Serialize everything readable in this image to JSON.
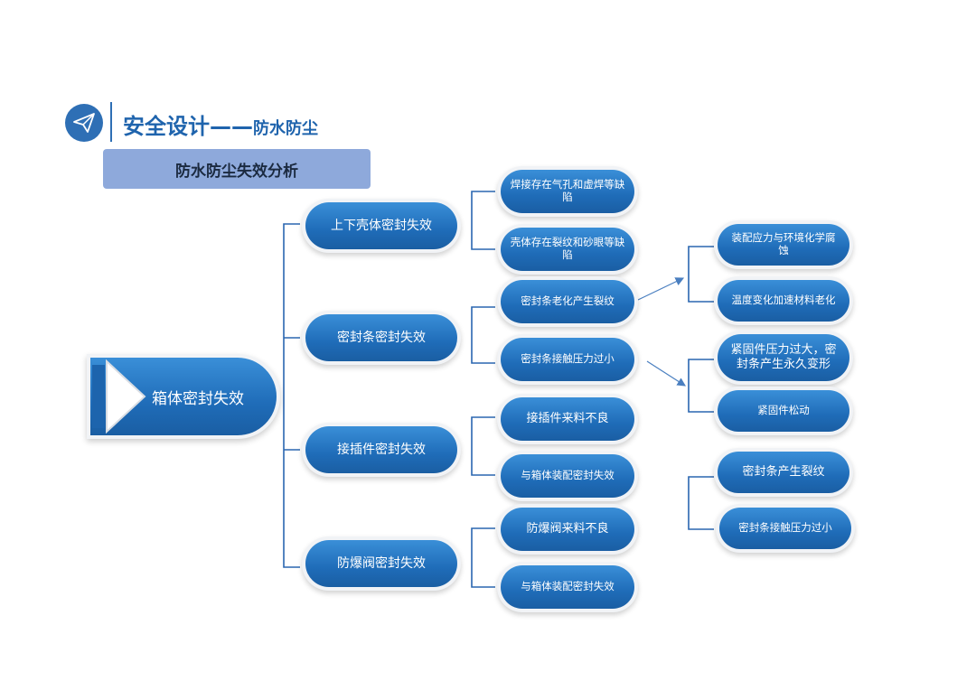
{
  "header": {
    "title_main": "安全设计——",
    "title_sub": "防水防尘",
    "logo_icon": "paper-plane-icon",
    "section_banner": "防水防尘失效分析"
  },
  "colors": {
    "primary": "#1f6cb8",
    "banner": "#8ea9db",
    "connector": "#2a66b0"
  },
  "diagram": {
    "root": "箱体密封失效",
    "branches": [
      {
        "label": "上下壳体密封失效",
        "children": [
          "焊接存在气孔和虚焊等缺陷",
          "壳体存在裂纹和砂眼等缺陷"
        ]
      },
      {
        "label": "密封条密封失效",
        "children": [
          "密封条老化产生裂纹",
          "密封条接触压力过小"
        ]
      },
      {
        "label": "接插件密封失效",
        "children": [
          "接插件来料不良",
          "与箱体装配密封失效"
        ]
      },
      {
        "label": "防爆阀密封失效",
        "children": [
          "防爆阀来料不良",
          "与箱体装配密封失效"
        ]
      }
    ],
    "causes": {
      "aging": [
        "装配应力与环境化学腐蚀",
        "温度变化加速材料老化"
      ],
      "low_pressure": [
        "紧固件压力过大，密封条产生永久变形",
        "紧固件松动"
      ],
      "separate": [
        "密封条产生裂纹",
        "密封条接触压力过小"
      ]
    }
  }
}
